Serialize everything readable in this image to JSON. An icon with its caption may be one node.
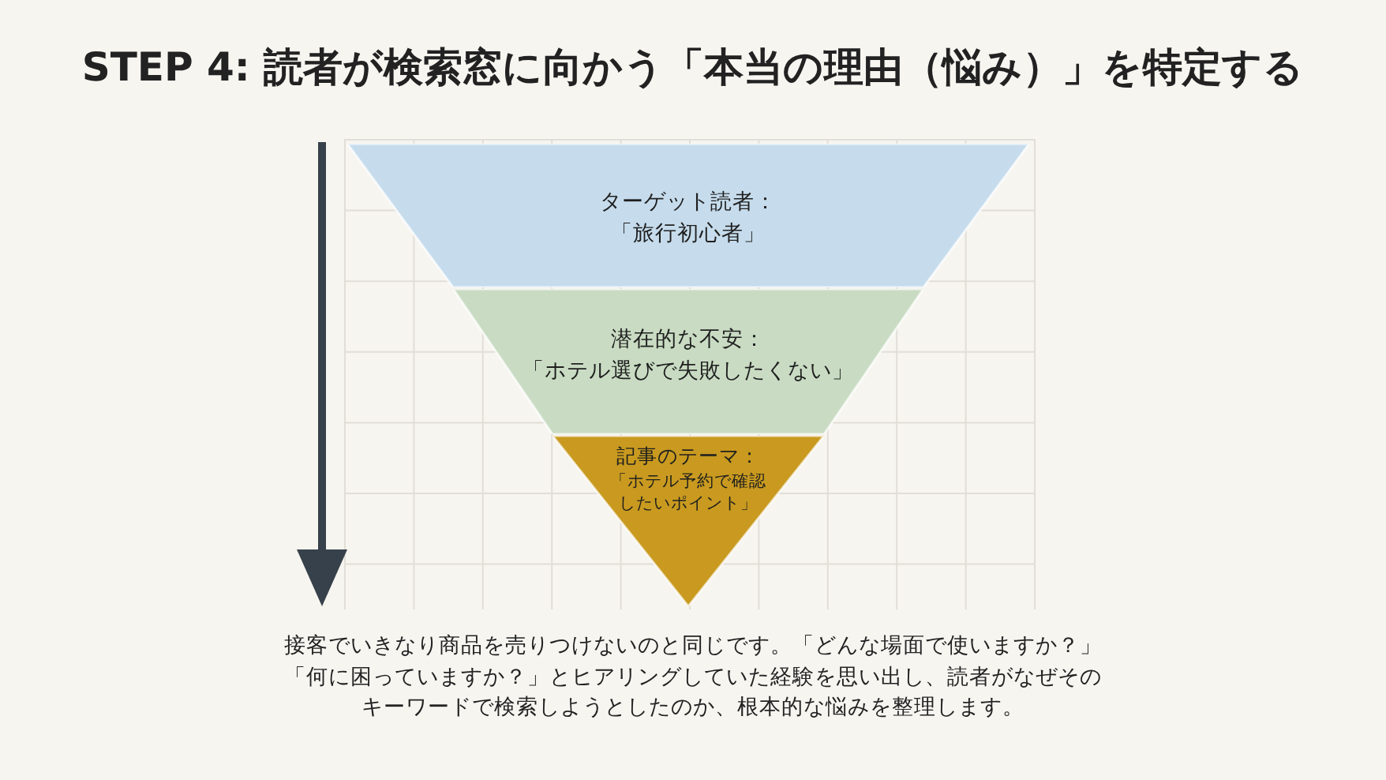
{
  "diagram": {
    "title": "STEP 4: 読者が検索窓に向かう「本当の理由（悩み）」を特定する",
    "nodes": [
      {
        "text": [
          "ターゲット読者：",
          "「旅行初心者」"
        ]
      },
      {
        "text": [
          "潜在的な不安：",
          "「ホテル選びで失敗したくない」"
        ]
      },
      {
        "text": [
          "記事のテーマ：",
          "「ホテル予約で確認したいポイント」"
        ]
      }
    ],
    "labels": [
      "接客でいきなり商品を売りつけないのと同じです。「どんな場面で使いますか？」「何に困っていますか？」とヒアリングしていた経験を思い出し、読者がなぜそのキーワードで検索しようとしたのか、根本的な悩みを整理します。"
    ]
  }
}
